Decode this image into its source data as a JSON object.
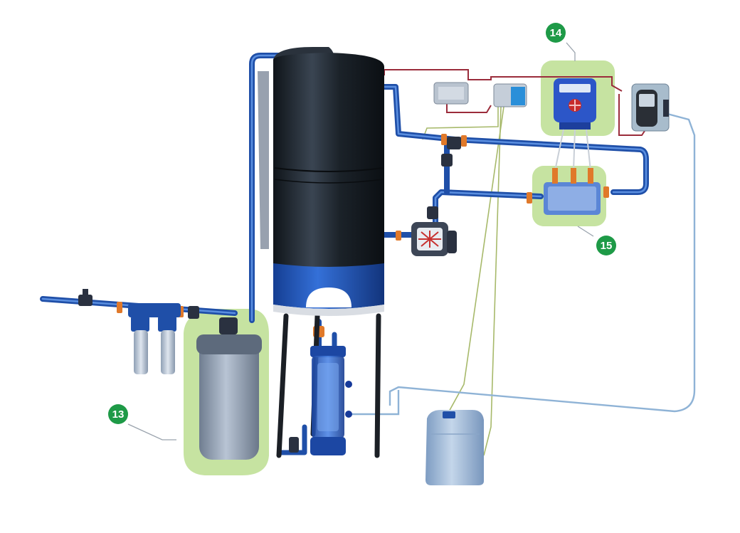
{
  "callouts": [
    {
      "id": "c13",
      "label": "13"
    },
    {
      "id": "c14",
      "label": "14"
    },
    {
      "id": "c15",
      "label": "15"
    }
  ],
  "colors": {
    "callout_badge": "#1e9a47",
    "highlight_zone": "#c6e3a1",
    "pipe_blue": "#1f4fa8",
    "tank_black": "#1c2229",
    "tank_base_blue": "#2155b8",
    "signal_cable": "#9b2c3b",
    "sensor_cable": "#a7b96a",
    "tube_light_blue": "#8fb3d6",
    "canister": "#9db8d6"
  },
  "icons": [
    "storage-tank",
    "water-softener",
    "twin-cartridge-filter",
    "uv-filter-vessel",
    "circulation-pump",
    "dosing-controller",
    "touch-display-controller",
    "control-box",
    "probe-holder-block",
    "chemical-canister",
    "valve"
  ]
}
